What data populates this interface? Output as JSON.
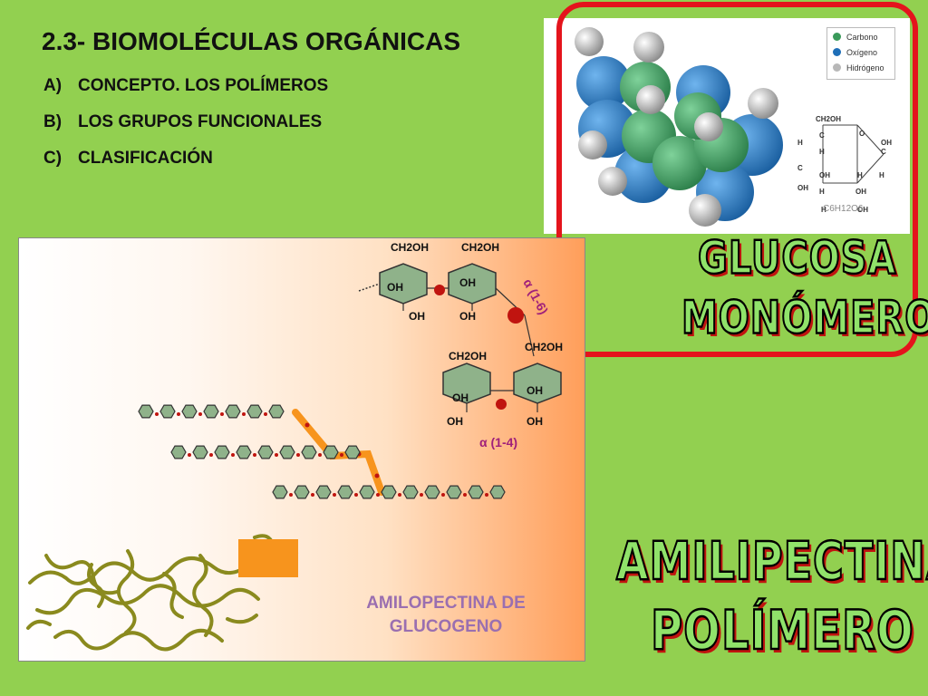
{
  "slide": {
    "title": "2.3- BIOMOLÉCULAS ORGÁNICAS",
    "items": [
      {
        "marker": "A)",
        "text": "CONCEPTO. LOS POLÍMEROS"
      },
      {
        "marker": "B)",
        "text": "LOS GRUPOS FUNCIONALES"
      },
      {
        "marker": "C)",
        "text": "CLASIFICACIÓN"
      }
    ]
  },
  "model": {
    "legend": [
      {
        "label": "Carbono",
        "color": "#3a9a5a"
      },
      {
        "label": "Oxígeno",
        "color": "#1f6fb8"
      },
      {
        "label": "Hidrógeno",
        "color": "#c8c8c8"
      }
    ],
    "formula": {
      "ch2oh": "CH2OH",
      "c": "C",
      "h": "H",
      "o": "O",
      "oh": "OH",
      "molecular": "C6H12O6"
    }
  },
  "labels": {
    "glucosa": "GLUCOSA",
    "monomero": "MONÓMERO",
    "amilipectina": "AMILIPECTINA",
    "polimero": "POLÍMERO"
  },
  "diagram": {
    "ch2oh": "CH2OH",
    "oh": "OH",
    "bond_16": "α (1-6)",
    "bond_14": "α (1-4)",
    "caption_line1": "AMILOPECTINA DE",
    "caption_line2": "GLUCOGENO"
  },
  "colors": {
    "background": "#92d050",
    "frame": "#e4141c",
    "label_fill": "#90e26a",
    "label_shadow": "#c0140f",
    "caption": "#9a6fb0",
    "bond": "#f7941d",
    "ring": "#8fb28a",
    "chain": "#8a8a1e"
  }
}
